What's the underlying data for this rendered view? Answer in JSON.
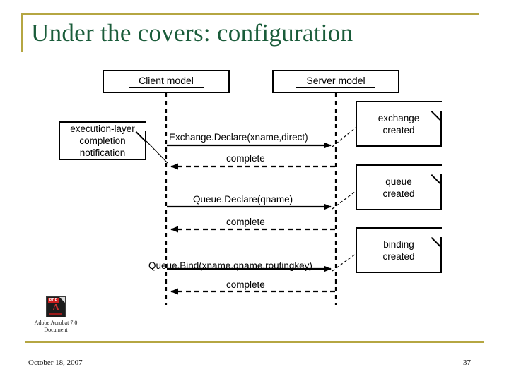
{
  "slide": {
    "title": "Under the covers: configuration",
    "accent_color": "#b5a642",
    "title_color": "#1a5c3a"
  },
  "diagram": {
    "type": "uml-sequence-diagram",
    "lifelines": [
      {
        "id": "client",
        "label": "Client model"
      },
      {
        "id": "server",
        "label": "Server model"
      }
    ],
    "messages": [
      {
        "index": 1,
        "label": "Exchange.Declare(xname,direct)",
        "from": "client",
        "to": "server",
        "style": "solid"
      },
      {
        "index": 2,
        "label": "complete",
        "from": "server",
        "to": "client",
        "style": "dashed"
      },
      {
        "index": 3,
        "label": "Queue.Declare(qname)",
        "from": "client",
        "to": "server",
        "style": "solid"
      },
      {
        "index": 4,
        "label": "complete",
        "from": "server",
        "to": "client",
        "style": "dashed"
      },
      {
        "index": 5,
        "label": "Queue.Bind(xname,qname,routingkey)",
        "from": "client",
        "to": "server",
        "style": "solid"
      },
      {
        "index": 6,
        "label": "complete",
        "from": "server",
        "to": "client",
        "style": "dashed"
      }
    ],
    "notes": [
      {
        "id": "note-client",
        "side": "left",
        "lines": [
          "execution-layer",
          "completion",
          "notification"
        ]
      },
      {
        "id": "note-exchange",
        "side": "right",
        "lines": [
          "exchange",
          "created"
        ]
      },
      {
        "id": "note-queue",
        "side": "right",
        "lines": [
          "queue",
          "created"
        ]
      },
      {
        "id": "note-binding",
        "side": "right",
        "lines": [
          "binding",
          "created"
        ]
      }
    ]
  },
  "embedded_object": {
    "icon": "pdf-document-icon",
    "badge": "PDF",
    "caption_line1": "Adobe Acrobat 7.0",
    "caption_line2": "Document"
  },
  "footer": {
    "date": "October 18, 2007",
    "page_number": "37"
  }
}
